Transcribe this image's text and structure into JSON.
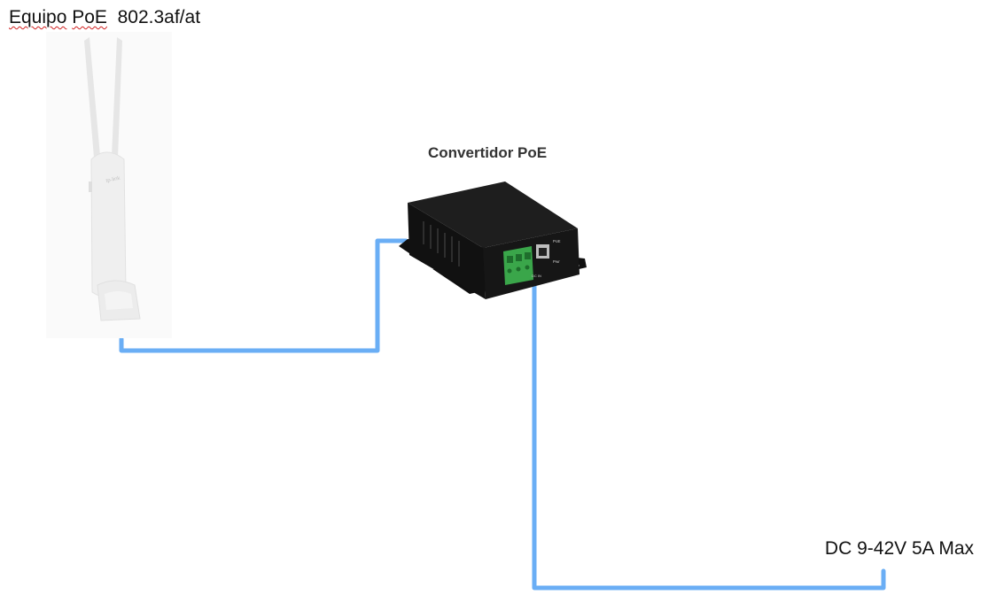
{
  "labels": {
    "poe_device_word1": "Equipo",
    "poe_device_word2": "PoE",
    "poe_device_standard": "802.3af/at",
    "converter": "Convertidor PoE",
    "dc_input": "DC 9-42V 5A Max"
  },
  "device_markings": {
    "access_point_brand": "tp-link",
    "port_poe": "PoE",
    "port_pwr": "Pwr",
    "terminal_label": "DC IN"
  },
  "colors": {
    "cable": "#6aaef5",
    "converter_body": "#161616",
    "terminal_block": "#3aa64a",
    "access_point": "#eeeeee"
  },
  "icons": [
    "access-point-icon",
    "poe-converter-icon"
  ]
}
